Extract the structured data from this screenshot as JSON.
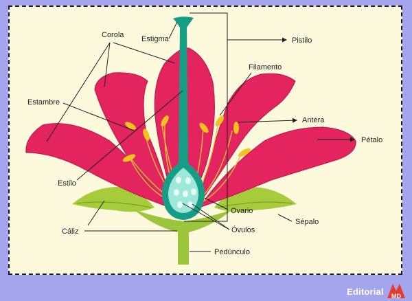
{
  "labels": {
    "corola": "Corola",
    "estigma": "Estigma",
    "pistilo": "Pistilo",
    "filamento": "Filamento",
    "estambre": "Estambre",
    "antera": "Antera",
    "petalo": "Pétalo",
    "estilo": "Estilo",
    "ovario": "Ovario",
    "sepalo": "Sépalo",
    "caliz": "Cáliz",
    "ovulos": "Óvulos",
    "pedunculo": "Pedúnculo"
  },
  "brand": {
    "name": "Editorial",
    "logo_text": "MD",
    "logo_color": "#e53b2f"
  },
  "colors": {
    "background": "#a5a5ee",
    "panel": "#fdf9dd",
    "petal": "#e3245f",
    "petal_edge": "#b81347",
    "pistil": "#159d86",
    "ovary_fill": "#9de8d8",
    "ovule": "#e9fbf6",
    "anther": "#f4c21f",
    "filament": "#e6c23a",
    "sepal": "#a6cc3c",
    "stem": "#9bc63b"
  }
}
